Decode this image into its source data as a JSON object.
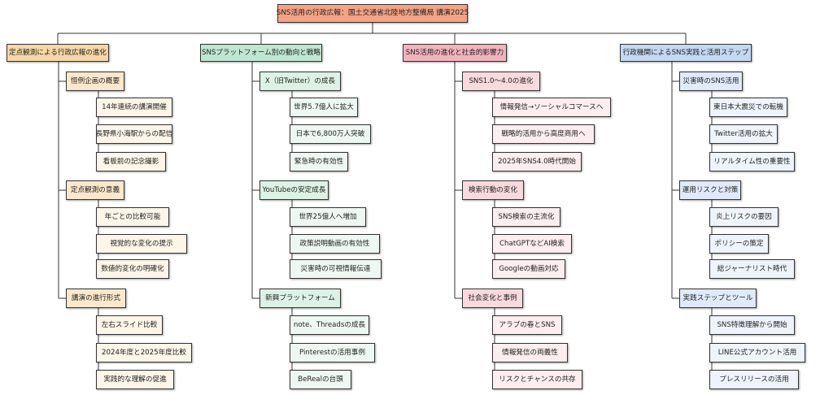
{
  "root": "SNS活用の行政広報：国土交通省北陸地方整備局 講演2025",
  "colors": {
    "line": "#333333",
    "root": "#f4a384",
    "category": [
      "#f7d7a6",
      "#bfe6d1",
      "#f2b3bd",
      "#c4d8f2"
    ],
    "subcategory": [
      "#fbe8cc",
      "#ddf2e6",
      "#f8dade",
      "#e0eafa"
    ],
    "leaf": [
      "#fdf5e8",
      "#eef8f2",
      "#fcedef",
      "#eff4fc"
    ]
  },
  "categories": [
    {
      "label": "定点観測による行政広報の進化",
      "subs": [
        {
          "label": "恒例企画の概要",
          "items": [
            "14年連続の講演開催",
            "長野県小海駅からの配信",
            "看板前の記念撮影"
          ]
        },
        {
          "label": "定点観測の意義",
          "items": [
            "年ごとの比較可能",
            "視覚的な変化の提示",
            "数値的変化の明確化"
          ]
        },
        {
          "label": "講演の進行形式",
          "items": [
            "左右スライド比較",
            "2024年度と2025年度比較",
            "実践的な理解の促進"
          ]
        }
      ]
    },
    {
      "label": "SNSプラットフォーム別の動向と戦略",
      "subs": [
        {
          "label": "X（旧Twitter）の成長",
          "items": [
            "世界5.7億人に拡大",
            "日本で6,800万人突破",
            "緊急時の有効性"
          ]
        },
        {
          "label": "YouTubeの安定成長",
          "items": [
            "世界25億人へ増加",
            "政策説明動画の有効性",
            "災害時の可視情報伝達"
          ]
        },
        {
          "label": "新興プラットフォーム",
          "items": [
            "note、Threadsの成長",
            "Pinterestの活用事例",
            "BeRealの台頭"
          ]
        }
      ]
    },
    {
      "label": "SNS活用の進化と社会的影響力",
      "subs": [
        {
          "label": "SNS1.0〜4.0の進化",
          "items": [
            "情報発信→ソーシャルコマースへ",
            "戦略的活用から高度商用へ",
            "2025年SNS4.0時代開始"
          ]
        },
        {
          "label": "検索行動の変化",
          "items": [
            "SNS検索の主流化",
            "ChatGPTなどAI検索",
            "Googleの動画対応"
          ]
        },
        {
          "label": "社会変化と事例",
          "items": [
            "アラブの春とSNS",
            "情報発信の両義性",
            "リスクとチャンスの共存"
          ]
        }
      ]
    },
    {
      "label": "行政機関によるSNS実践と活用ステップ",
      "subs": [
        {
          "label": "災害時のSNS活用",
          "items": [
            "東日本大震災での転機",
            "Twitter活用の拡大",
            "リアルタイム性の重要性"
          ]
        },
        {
          "label": "運用リスクと対策",
          "items": [
            "炎上リスクの要因",
            "ポリシーの策定",
            "総ジャーナリスト時代"
          ]
        },
        {
          "label": "実践ステップとツール",
          "items": [
            "SNS特徴理解から開始",
            "LINE公式アカウント活用",
            "プレスリリースの活用"
          ]
        }
      ]
    }
  ]
}
